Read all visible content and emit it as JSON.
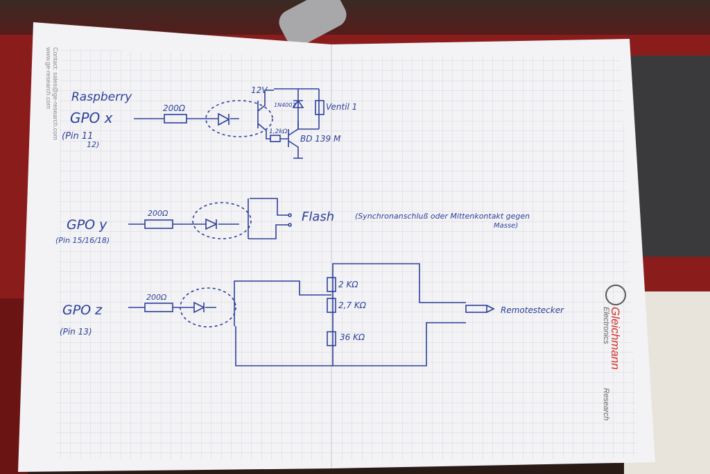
{
  "sidebar_contact": {
    "email": "Contact: sales@ge-research.com",
    "web": "www.ge-research.com"
  },
  "logo": {
    "name": "Gleichmann",
    "line1": "Electronics",
    "line2": "Research"
  },
  "circuit_x": {
    "title": "Raspberry",
    "gpo": "GPO x",
    "pin_a": "(Pin 11",
    "pin_b": "12)",
    "resistor": "200Ω",
    "supply": "12V",
    "diode": "1N4007",
    "load": "Ventil 1",
    "base_resistor": "1,2kΩ",
    "transistor": "BD 139 M"
  },
  "circuit_y": {
    "gpo": "GPO y",
    "pin": "(Pin 15/16/18)",
    "resistor": "200Ω",
    "output": "Flash",
    "note_a": "(Synchronanschluß oder Mittenkontakt gegen",
    "note_b": "Masse)"
  },
  "circuit_z": {
    "gpo": "GPO z",
    "pin": "(Pin 13)",
    "resistor": "200Ω",
    "r1": "2 KΩ",
    "r2": "2,7 KΩ",
    "r3": "36 KΩ",
    "output": "Remotestecker"
  },
  "colors": {
    "ink": "#2c3f9a",
    "paper": "#f3f3f6",
    "grid": "#c9ccd6",
    "logo_red": "#d8322c"
  }
}
